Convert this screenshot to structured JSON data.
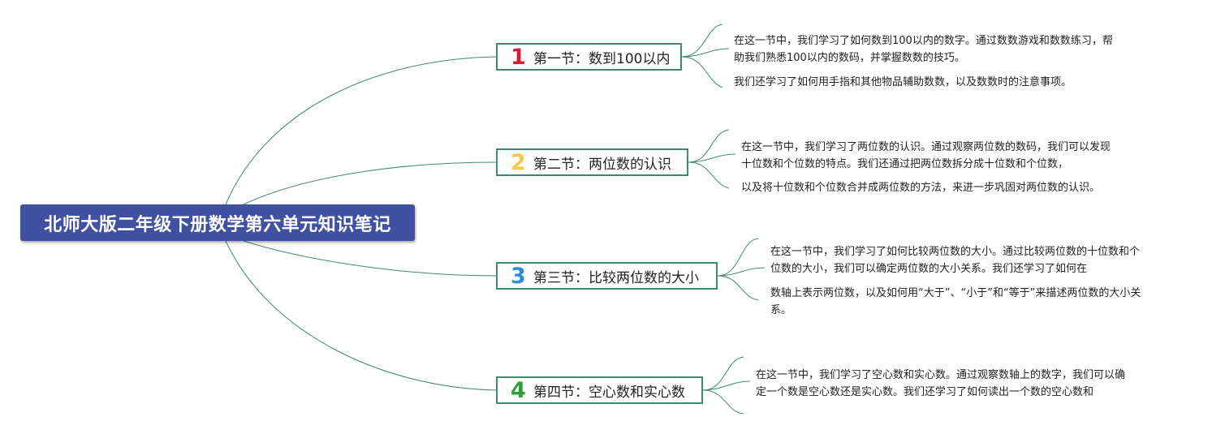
{
  "root": {
    "title": "北师大版二年级下册数学第六单元知识笔记"
  },
  "colors": {
    "root_bg": "#3f51a0",
    "branch_border": "#3d8a6e",
    "num1": "#d31e3a",
    "num2": "#f2c94c",
    "num3": "#2a8fd6",
    "num4": "#2f9e3a"
  },
  "sections": [
    {
      "number": "1",
      "title": "第一节：数到100以内",
      "notes": [
        [
          "在这一节中，我们学习了如何数到100以内的数字。通过数数游戏和数数练习，帮",
          "助我们熟悉100以内的数码，并掌握数数的技巧。"
        ],
        [
          "我们还学习了如何用手指和其他物品辅助数数，以及数数时的注意事项。"
        ]
      ]
    },
    {
      "number": "2",
      "title": "第二节：两位数的认识",
      "notes": [
        [
          "在这一节中，我们学习了两位数的认识。通过观察两位数的数码，我们可以发现",
          "十位数和个位数的特点。我们还通过把两位数拆分成十位数和个位数，"
        ],
        [
          "以及将十位数和个位数合并成两位数的方法，来进一步巩固对两位数的认识。"
        ]
      ]
    },
    {
      "number": "3",
      "title": "第三节：比较两位数的大小",
      "notes": [
        [
          "在这一节中，我们学习了如何比较两位数的大小。通过比较两位数的十位数和个",
          "位数的大小，我们可以确定两位数的大小关系。我们还学习了如何在"
        ],
        [
          "数轴上表示两位数，以及如何用“大于”、“小于”和“等于”来描述两位数的大小关",
          "系。"
        ]
      ]
    },
    {
      "number": "4",
      "title": "第四节：空心数和实心数",
      "notes": [
        [
          "在这一节中，我们学习了空心数和实心数。通过观察数轴上的数字，我们可以确",
          "定一个数是空心数还是实心数。我们还学习了如何读出一个数的空心数和"
        ]
      ]
    }
  ]
}
